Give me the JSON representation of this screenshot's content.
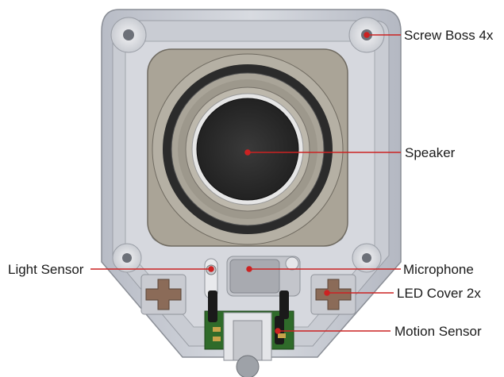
{
  "diagram": {
    "subject": "speaker-enclosure-internal-view",
    "leader_color": "#cc2222",
    "callouts": {
      "screw_boss": "Screw Boss 4x",
      "speaker": "Speaker",
      "light_sensor": "Light Sensor",
      "microphone": "Microphone",
      "led_cover": "LED Cover 2x",
      "motion_sensor": "Motion Sensor"
    }
  }
}
